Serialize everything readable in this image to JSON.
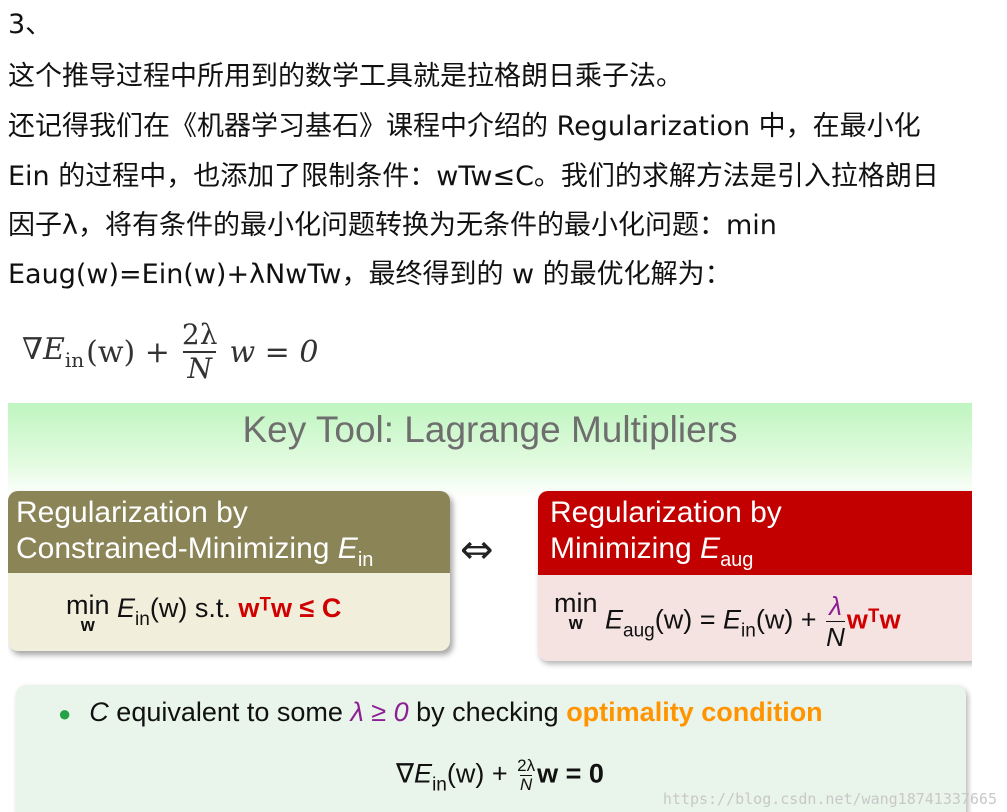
{
  "text": {
    "heading": "3、",
    "line1": "这个推导过程中所用到的数学工具就是拉格朗日乘子法。",
    "line2": "还记得我们在《机器学习基石》课程中介绍的 Regularization 中，在最小化",
    "line3": "Ein 的过程中，也添加了限制条件：wTw≤C。我们的求解方法是引入拉格朗日",
    "line4": "因子λ，将有条件的最小化问题转换为无条件的最小化问题：min",
    "line5": "Eaug(w)=Ein(w)+λNwTw，最终得到的 w 的最优化解为："
  },
  "formula": {
    "nabla_e": "∇E",
    "sub_in": "in",
    "paren_w": "(w) +",
    "num": "2λ",
    "den": "N",
    "rhs": "w = 0"
  },
  "slide": {
    "title": "Key Tool: Lagrange Multipliers",
    "left_head_1": "Regularization by",
    "left_head_2": "Constrained-Minimizing",
    "left_head_E": "E",
    "left_head_sub": "in",
    "left_min": "min",
    "left_min_under": "w",
    "left_expr_E": "E",
    "left_expr_sub": "in",
    "left_expr_rest": "(w) s.t.",
    "left_constraint": "wᵀw ≤ C",
    "iff": "⇔",
    "right_head_1": "Regularization by",
    "right_head_2": "Minimizing",
    "right_head_E": "E",
    "right_head_sub": "aug",
    "right_min": "min",
    "right_min_under": "w",
    "right_expr_E": "E",
    "right_expr_sub": "aug",
    "right_expr_mid": "(w) = ",
    "right_expr_E2": "E",
    "right_expr_sub2": "in",
    "right_expr_plus": "(w) + ",
    "right_frac_num": "λ",
    "right_frac_den": "N",
    "right_expr_tail": "wᵀw",
    "bullet_C": "C",
    "bullet_text1": " equivalent to some ",
    "bullet_lambda": "λ ≥ 0",
    "bullet_text2": " by checking ",
    "bullet_highlight": "optimality condition",
    "eq_nabla": "∇E",
    "eq_sub": "in",
    "eq_mid": "(w) + ",
    "eq_num": "2λ",
    "eq_den": "N",
    "eq_tail": "w = 0"
  },
  "watermark": "https://blog.csdn.net/wang18741337665",
  "colors": {
    "left_header": "#8b8457",
    "right_header": "#c20000",
    "highlight": "#ff9400",
    "lambda": "#8b1f93",
    "bullet": "#25a244"
  }
}
